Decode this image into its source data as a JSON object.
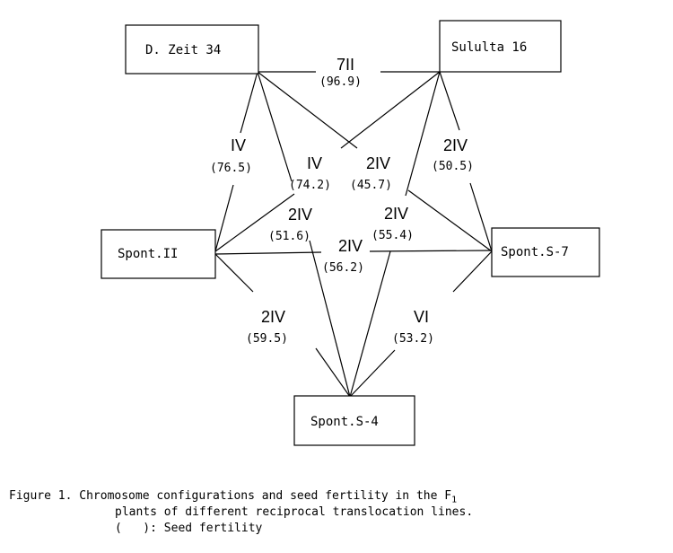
{
  "nodes": {
    "d_zeit": "D. Zeit 34",
    "sululta": "Sululta 16",
    "spont_ii": "Spont.II",
    "spont_s7": "Spont.S-7",
    "spont_s4": "Spont.S-4"
  },
  "edges": {
    "zeit_sululta": {
      "config": "7II",
      "fertility": "(96.9)"
    },
    "zeit_spontii": {
      "config": "IV",
      "fertility": "(76.5)"
    },
    "zeit_s4": {
      "config": "IV",
      "fertility": "(74.2)"
    },
    "zeit_s7": {
      "config": "2IV",
      "fertility": "(45.7)"
    },
    "sululta_s7": {
      "config": "2IV",
      "fertility": "(50.5)"
    },
    "sululta_spontii": {
      "config": "2IV",
      "fertility": "(51.6)"
    },
    "sululta_s4": {
      "config": "2IV",
      "fertility": "(55.4)"
    },
    "spontii_s7": {
      "config": "2IV",
      "fertility": "(56.2)"
    },
    "spontii_s4": {
      "config": "2IV",
      "fertility": "(59.5)"
    },
    "s7_s4": {
      "config": "VI",
      "fertility": "(53.2)"
    }
  },
  "caption": {
    "line1": "Figure 1. Chromosome configurations and seed fertility in the F",
    "subscript": "1",
    "line2": "plants of different reciprocal translocation lines.",
    "line3": "(   ): Seed fertility"
  }
}
